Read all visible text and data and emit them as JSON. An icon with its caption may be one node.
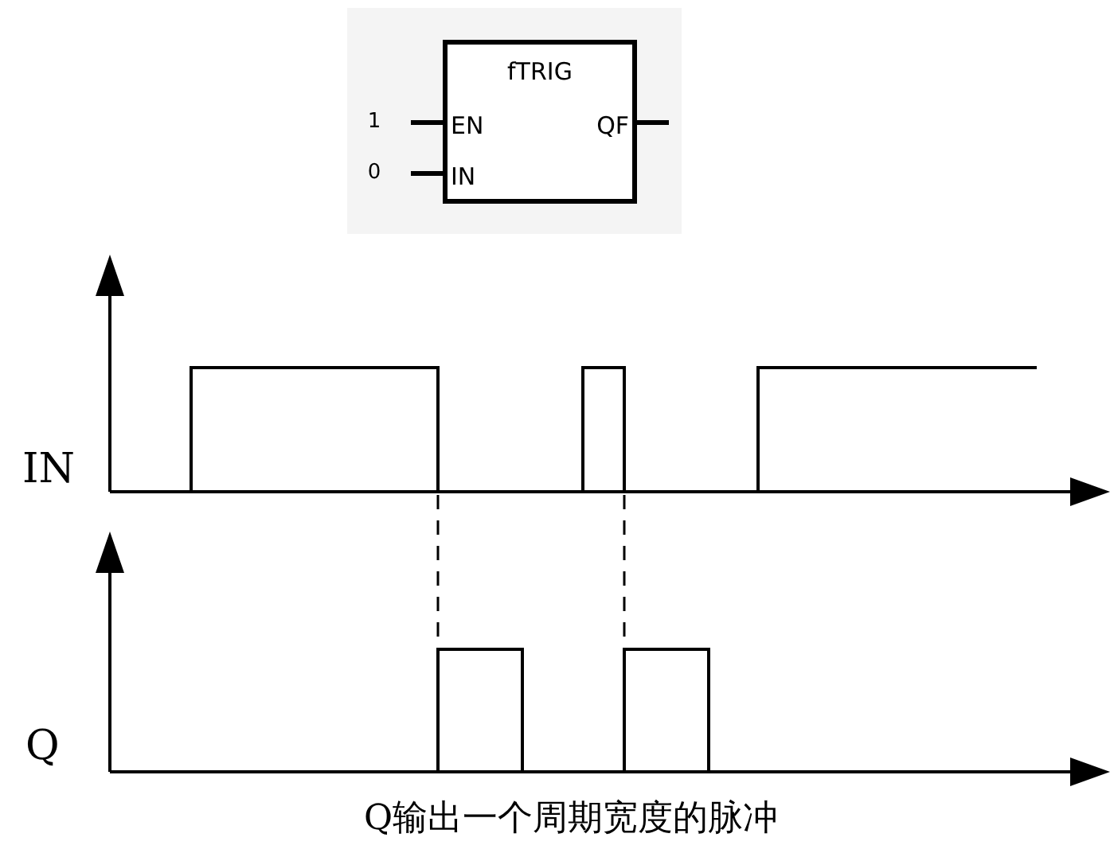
{
  "diagram": {
    "caption": "Q输出一个周期宽度的脉冲",
    "nodes": [
      {
        "text": [
          "fTRIG",
          "EN",
          "IN",
          "QF"
        ]
      },
      {
        "text": [
          "1"
        ]
      },
      {
        "text": [
          "0"
        ]
      }
    ],
    "edges": [
      {
        "from": 1,
        "to": 0,
        "arrow": "none"
      },
      {
        "from": 2,
        "to": 0,
        "arrow": "none"
      },
      {
        "from": 0,
        "to": null,
        "arrow": "none"
      }
    ],
    "labels": [
      "IN",
      "Q"
    ]
  }
}
